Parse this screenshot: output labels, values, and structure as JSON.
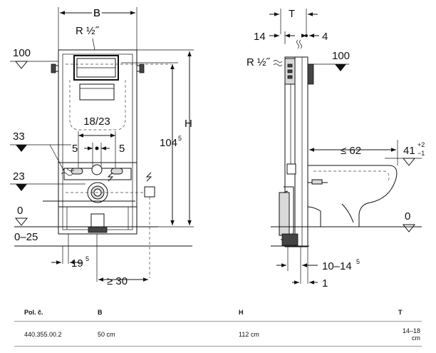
{
  "front": {
    "dim_b": "B",
    "thread": "R ½˝",
    "dim_h": "H",
    "dim_104": "104",
    "dim_104_sup": "5",
    "dim_18_23": "18/23",
    "dim_5_left": "5",
    "dim_5_right": "5",
    "dim_19": "19",
    "dim_19_sup": "5",
    "dim_30": "≥ 30",
    "level_100": "100",
    "level_33": "33",
    "level_23": "23",
    "level_0": "0",
    "level_0_25": "0–25"
  },
  "side": {
    "dim_t": "T",
    "dim_14": "14",
    "dim_4": "4",
    "thread": "R ½˝",
    "level_100": "100",
    "dim_62": "≤ 62",
    "level_41": "41",
    "level_41_sup": "+2",
    "level_41_sub": "−1",
    "level_0": "0",
    "dim_10_14": "10–14",
    "dim_10_14_sup": "5",
    "dim_1": "1"
  },
  "table": {
    "headers": [
      "Pol. č.",
      "B",
      "H",
      "T"
    ],
    "rows": [
      [
        "440.355.00.2",
        "50 cm",
        "112 cm",
        "14–18 cm"
      ]
    ]
  }
}
